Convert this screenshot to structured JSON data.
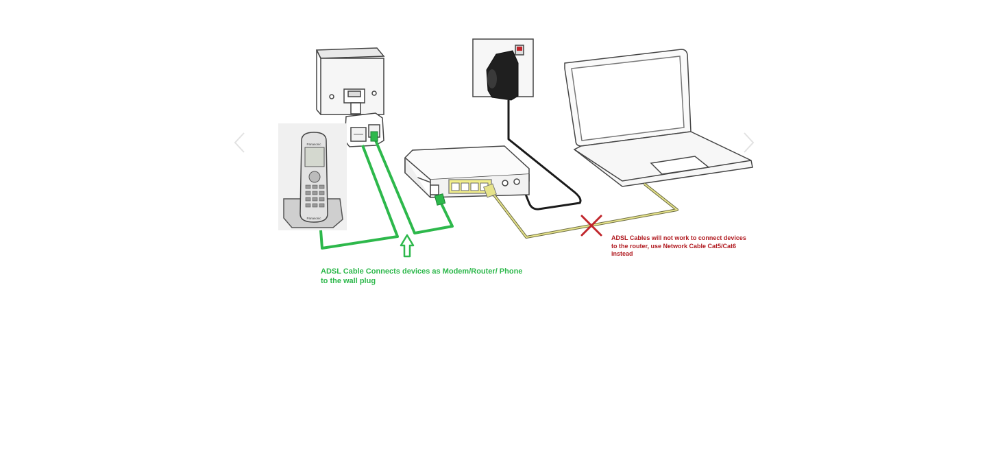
{
  "labels": {
    "adsl_connects": "ADSL Cable Connects devices as Modem/Router/ Phone to the wall plug",
    "adsl_warning": "ADSL Cables will not work to connect devices to the router, use Network Cable Cat5/Cat6 instead"
  },
  "logos": {
    "phone_brand": "Panasonic"
  },
  "colors": {
    "adsl_cable": "#2db84b",
    "network_cable": "#e6e38a",
    "power_cable": "#1a1a1a",
    "warning": "#b0191f",
    "port_yellow": "#f2ef8a"
  },
  "icons": {
    "prev": "chevron-left-icon",
    "next": "chevron-right-icon",
    "cross": "cross-mark-icon",
    "arrow": "up-arrow-icon"
  }
}
